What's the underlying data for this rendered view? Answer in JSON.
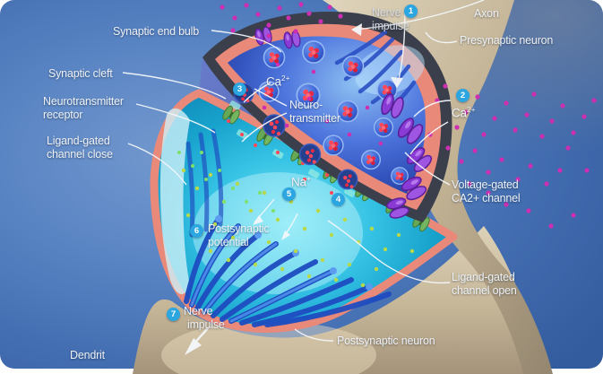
{
  "labels": {
    "synaptic_end_bulb": "Synaptic end bulb",
    "nerve_impulse_top": {
      "line1": "Nerve",
      "line2": "impulse"
    },
    "axon": "Axon",
    "presynaptic_neuron": "Presynaptic neuron",
    "synaptic_cleft": "Synaptic cleft",
    "ca2_center": {
      "base": "Ca",
      "sup": "2+"
    },
    "ca2_right": {
      "base": "Ca",
      "sup": "2+"
    },
    "neurotransmitter_receptor": {
      "line1": "Neurotransmitter",
      "line2": "receptor"
    },
    "neurotransmitter": {
      "line1": "Neuro-",
      "line2": "transmitter"
    },
    "ligand_gated_channel_close": {
      "line1": "Ligand-gated",
      "line2": "channel close"
    },
    "voltage_gated_ca2_channel": {
      "line1": "Voltage-gated",
      "line2": "CA2+ channel"
    },
    "na": {
      "base": "Na",
      "sup": "+"
    },
    "postsynaptic_potential": {
      "line1": "Postsynaptic",
      "line2": "potential"
    },
    "ligand_gated_channel_open": {
      "line1": "Ligand-gated",
      "line2": "channel open"
    },
    "nerve_impulse_bottom": {
      "line1": "Nerve",
      "line2": "impulse"
    },
    "postsynaptic_neuron": "Postsynaptic neuron",
    "dendrite": "Dendrit"
  },
  "steps": {
    "s1": "1",
    "s2": "2",
    "s3": "3",
    "s4": "4",
    "s5": "5",
    "s6": "6",
    "s7": "7"
  },
  "colors": {
    "background_blue": "#4f7cc0",
    "membrane_salmon": "#e8897a",
    "neuron_beige": "#cfc2a6",
    "cytoplasm_cyan": "#2ec4e8",
    "vesicle_blue": "#3c63d6",
    "neurotransmitter_red": "#ff4757",
    "calcium_magenta": "#cc2fb0",
    "sodium_green": "#b8d84a",
    "channel_purple": "#8a3bd6",
    "channel_green": "#6fae5a",
    "step_badge_blue": "#2ba6e0",
    "label_text": "#edf1f5"
  }
}
